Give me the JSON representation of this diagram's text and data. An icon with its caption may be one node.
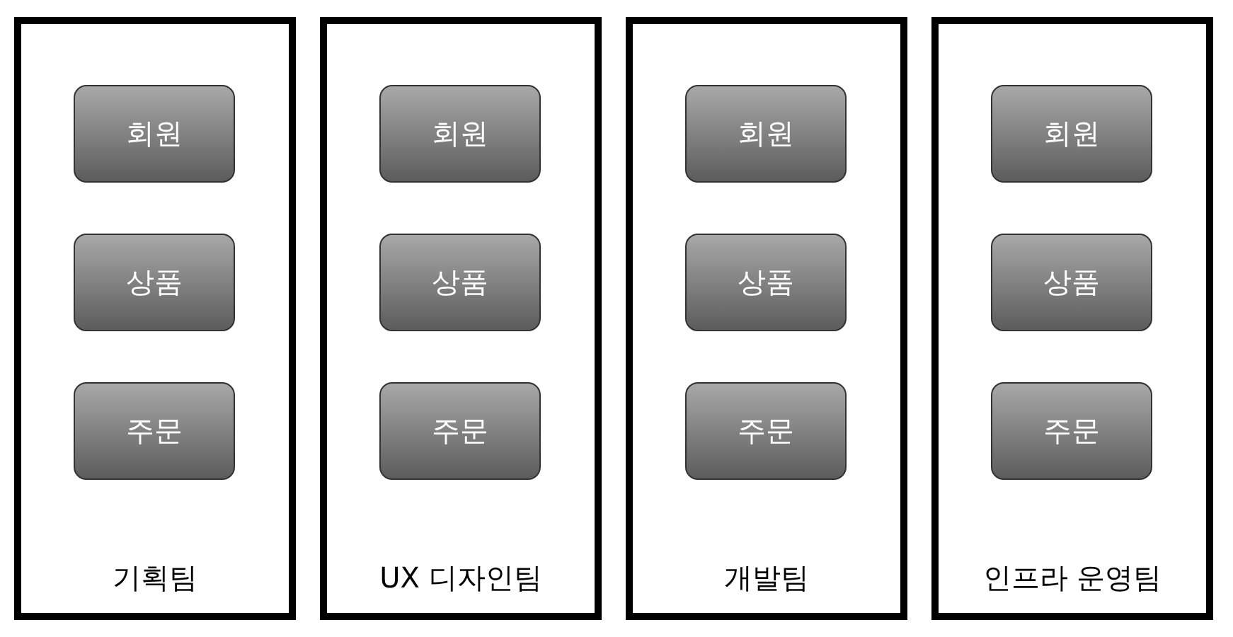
{
  "diagram": {
    "nodes": [
      {
        "text": [
          "기획팀"
        ]
      },
      {
        "text": [
          "회원"
        ],
        "in": 0
      },
      {
        "text": [
          "상품"
        ],
        "in": 0
      },
      {
        "text": [
          "주문"
        ],
        "in": 0
      },
      {
        "text": [
          "UX 디자인팀"
        ]
      },
      {
        "text": [
          "회원"
        ],
        "in": 4
      },
      {
        "text": [
          "상품"
        ],
        "in": 4
      },
      {
        "text": [
          "주문"
        ],
        "in": 4
      },
      {
        "text": [
          "개발팀"
        ]
      },
      {
        "text": [
          "회원"
        ],
        "in": 8
      },
      {
        "text": [
          "상품"
        ],
        "in": 8
      },
      {
        "text": [
          "주문"
        ],
        "in": 8
      },
      {
        "text": [
          "인프라 운영팀"
        ]
      },
      {
        "text": [
          "회원"
        ],
        "in": 12
      },
      {
        "text": [
          "상품"
        ],
        "in": 12
      },
      {
        "text": [
          "주문"
        ],
        "in": 12
      }
    ]
  }
}
